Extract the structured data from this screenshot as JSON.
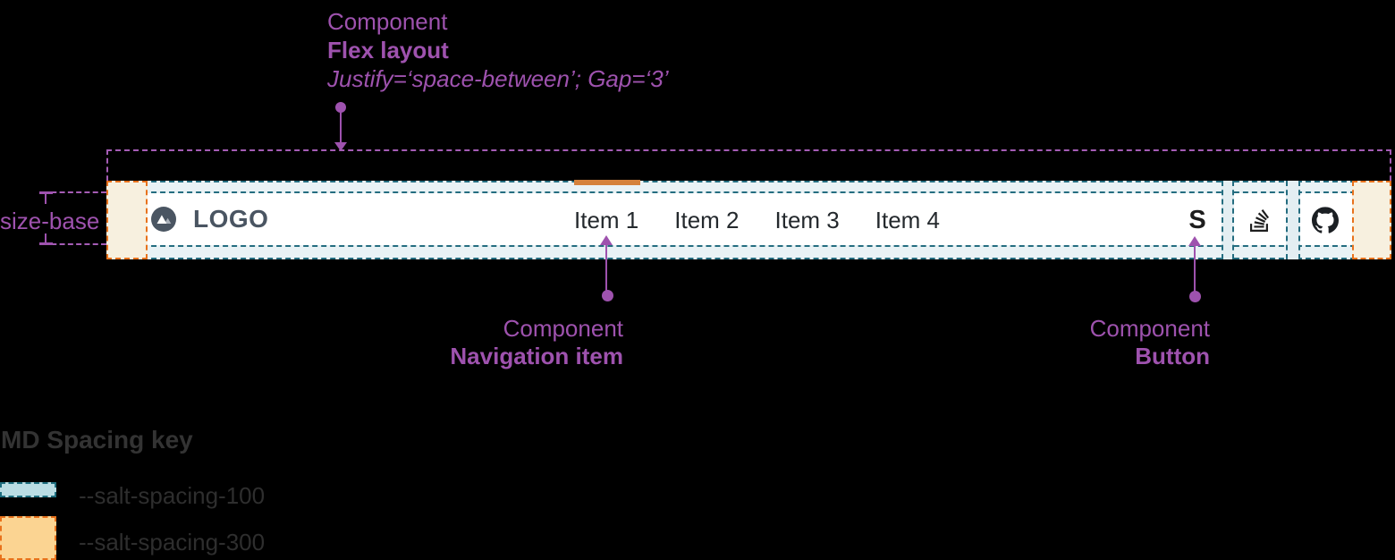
{
  "annotations": {
    "flex_layout": {
      "line1": "Component",
      "line2": "Flex layout",
      "line3": "Justify=‘space-between’; Gap=‘3’"
    },
    "nav_item": {
      "line1": "Component",
      "line2": "Navigation item"
    },
    "button": {
      "line1": "Component",
      "line2": "Button"
    },
    "size_base_label": "size-base"
  },
  "navbar": {
    "logo_text": "LOGO",
    "logo_icon": "mountain-icon",
    "items": [
      {
        "label": "Item 1",
        "active": true
      },
      {
        "label": "Item 2",
        "active": false
      },
      {
        "label": "Item 3",
        "active": false
      },
      {
        "label": "Item 4",
        "active": false
      }
    ],
    "buttons": [
      {
        "icon": "s-letter-icon",
        "label": "S"
      },
      {
        "icon": "stackoverflow-icon"
      },
      {
        "icon": "github-icon"
      }
    ]
  },
  "legend": {
    "title": "MD Spacing key",
    "items": [
      {
        "token": "--salt-spacing-100",
        "fill": "#badde4",
        "border": "#1f6f80"
      },
      {
        "token": "--salt-spacing-300",
        "fill": "#fbd492",
        "border": "#e8721c"
      }
    ]
  },
  "colors": {
    "annotation_purple": "#9e52ae",
    "outline_purple": "#a55cb5",
    "spacing_100_dash": "#246d80",
    "spacing_100_fill": "#e9f2f5",
    "spacing_300_dash": "#e8721c",
    "spacing_300_fill": "#f7f0df",
    "active_indicator": "#d5813b",
    "logo_slate": "#4a5562",
    "background": "#000000"
  }
}
